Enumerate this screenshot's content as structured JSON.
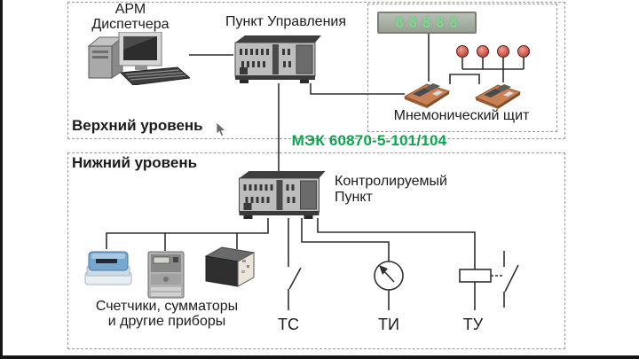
{
  "colors": {
    "protocol_green": "#0ca64e",
    "lamp_red": "#cf5048",
    "board_orange": "#c88152",
    "line_color": "#2f2f2f",
    "box_border": "#9a9a9a"
  },
  "upper_level": {
    "label": "Верхний уровень",
    "workstation": {
      "line1": "АРМ",
      "line2": "Диспетчера"
    },
    "control_point": {
      "label": "Пункт Управления"
    },
    "mnemonic_panel": {
      "label": "Мнемонический щит",
      "display_digits": "88888"
    }
  },
  "protocol": {
    "label": "МЭК 60870-5-101/104"
  },
  "lower_level": {
    "label": "Нижний уровень",
    "controlled_point": {
      "line1": "Контролируемый",
      "line2": "Пункт"
    },
    "devices_caption": {
      "line1": "Счетчики, сумматоры",
      "line2": "и другие приборы"
    },
    "signals": {
      "ts": "ТС",
      "ti": "ТИ",
      "tu": "ТУ"
    }
  }
}
